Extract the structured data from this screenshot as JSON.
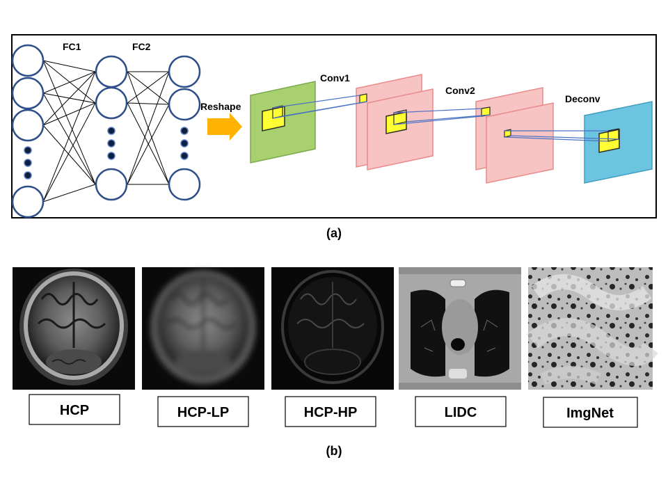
{
  "panel_a": {
    "layer_labels": {
      "fc1": "FC1",
      "fc2": "FC2"
    },
    "arrow_label": "Reshape",
    "conv_labels": {
      "conv1": "Conv1",
      "conv2": "Conv2",
      "deconv": "Deconv"
    },
    "caption": "(a)",
    "colors": {
      "node_stroke": "#2f4f8a",
      "input_map": "#a9d06f",
      "conv_map": "#f7c3c3",
      "conv_stroke": "#e88a8a",
      "output_map": "#6cc4e0",
      "kernel": "#ffff33",
      "arrow": "#ffb300",
      "connector": "#4a72c4"
    }
  },
  "panel_b": {
    "datasets": [
      {
        "label": "HCP",
        "image": "brain MRI coronal slice"
      },
      {
        "label": "HCP-LP",
        "image": "blurred brain MRI coronal slice"
      },
      {
        "label": "HCP-HP",
        "image": "high-pass brain MRI coronal slice"
      },
      {
        "label": "LIDC",
        "image": "chest CT axial slice"
      },
      {
        "label": "ImgNet",
        "image": "grayscale snake photo"
      }
    ],
    "caption": "(b)"
  }
}
